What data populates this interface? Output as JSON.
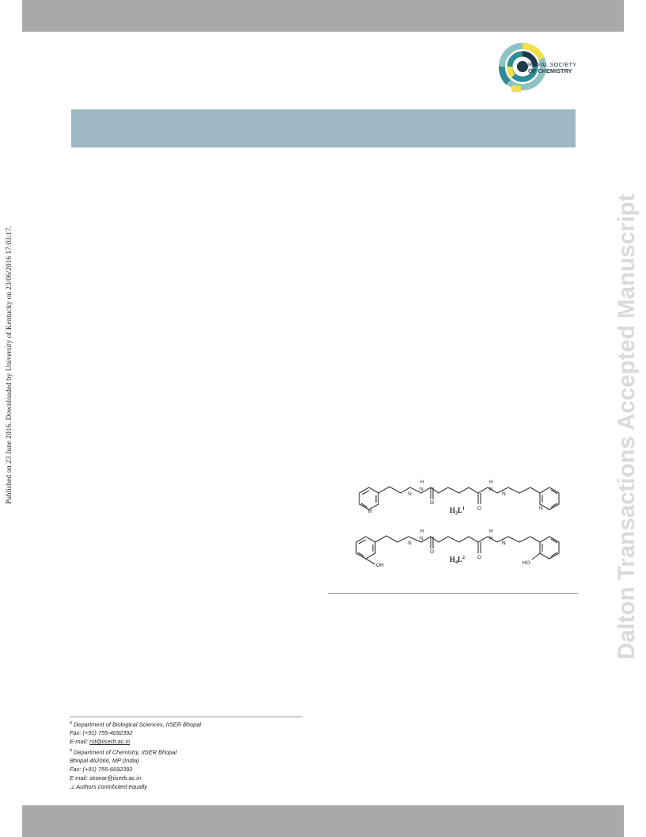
{
  "publisher_logo": {
    "line1": "ROYAL SOCIETY",
    "line2": "OF CHEMISTRY",
    "colors": {
      "teal": "#2f8c93",
      "navy": "#1f3a4a",
      "yellow": "#f2e04a",
      "light": "#8fc3c2"
    }
  },
  "header_band_color": "#9eb8c4",
  "side_watermark": "Dalton Transactions Accepted Manuscript",
  "publication_note": "Published on 23 June 2016. Downloaded by University of Kentucky on 23/06/2016 17:03:17.",
  "scheme": {
    "ligand1": {
      "base": "H",
      "sub": "2",
      "rest": "L",
      "sup": "1"
    },
    "ligand2": {
      "base": "H",
      "sub": "4",
      "rest": "L",
      "sup": "2"
    },
    "atoms": {
      "N": "N",
      "H": "H",
      "O": "O",
      "OH": "OH",
      "HO": "HO"
    }
  },
  "footnotes": {
    "a_mark": "a",
    "a_dept": "Department of Biological Sciences, IISER Bhopal",
    "a_fax": "Fax: (+91) 755-4092392",
    "a_email_label": "E-mail: ",
    "a_email": "rst@iiserb.ac.in",
    "b_mark": "b",
    "b_dept": "Department of Chemistry, IISER Bhopal",
    "b_address": "Bhopal 462066, MP (India)",
    "b_fax": "Fax: (+91) 755-6692392",
    "b_email": "E-mail: skonar@iiserb.ac.in",
    "equal_mark": "⊥",
    "equal_text": " Authors contributed equally"
  }
}
